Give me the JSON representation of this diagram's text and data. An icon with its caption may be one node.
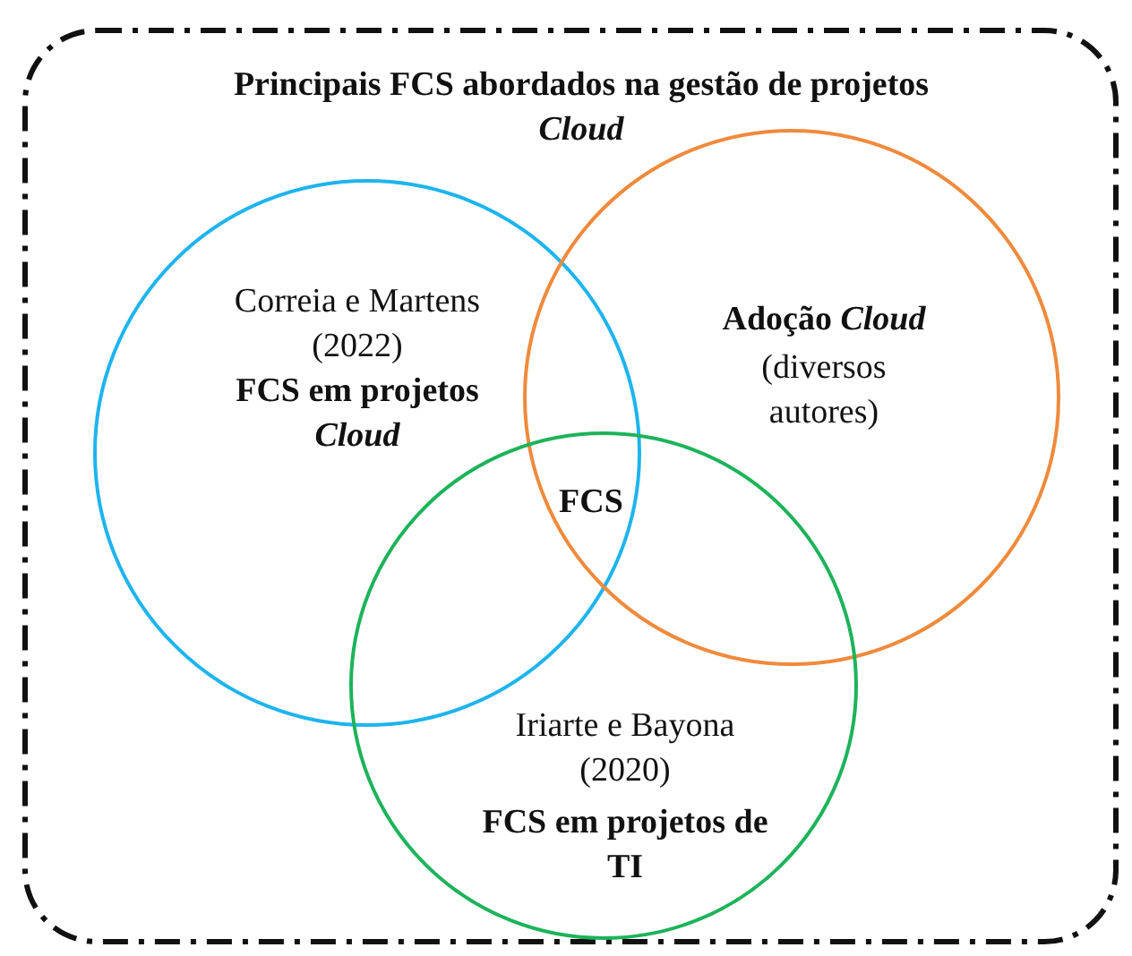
{
  "diagram": {
    "nodes": [
      {
        "text": [
          "Principais FCS abordados na gestão de projetos *Cloud*"
        ]
      },
      {
        "text": [
          "Correia e Martens (2022)",
          "FCS em projetos *Cloud*"
        ],
        "in": 0
      },
      {
        "text": [
          "Adoção *Cloud*",
          "(diversos autores)"
        ],
        "in": 0
      },
      {
        "text": [
          "Iriarte e Bayona (2020)",
          "FCS em projetos de TI"
        ],
        "in": 0
      }
    ],
    "edges": [],
    "labels": [
      "FCS"
    ]
  }
}
